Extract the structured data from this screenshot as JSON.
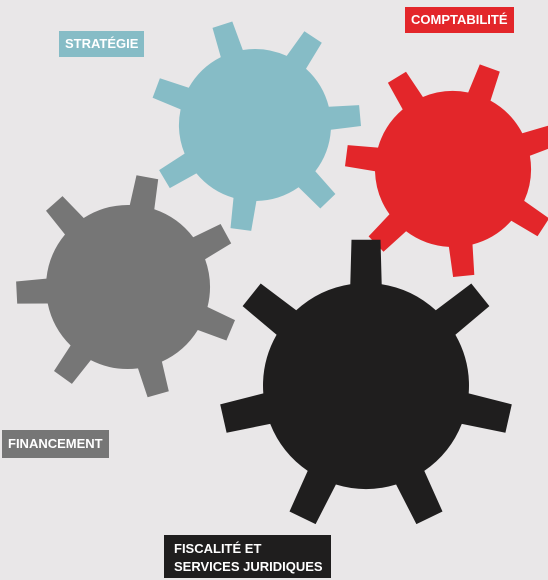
{
  "colors": {
    "background": "#e9e7e8",
    "strategie": "#86bcc6",
    "comptabilite": "#e3262a",
    "financement": "#767676",
    "fiscalite": "#1f1e1e"
  },
  "labels": {
    "strategie": "STRATÉGIE",
    "comptabilite": "COMPTABILITÉ",
    "financement": "FINANCEMENT",
    "fiscalite_line1": "FISCALITÉ ET",
    "fiscalite_line2": "SERVICES JURIDIQUES"
  },
  "gears": [
    {
      "name": "strategie",
      "color_key": "strategie",
      "teeth": 7
    },
    {
      "name": "comptabilite",
      "color_key": "comptabilite",
      "teeth": 7
    },
    {
      "name": "financement",
      "color_key": "financement",
      "teeth": 7
    },
    {
      "name": "fiscalite",
      "color_key": "fiscalite",
      "teeth": 7
    }
  ]
}
